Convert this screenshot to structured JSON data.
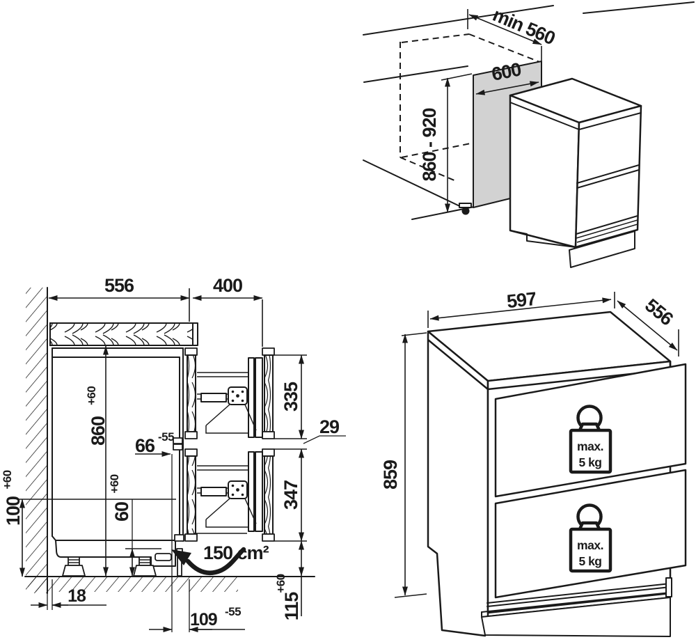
{
  "title": "Built-under two-drawer appliance installation drawing",
  "colors": {
    "line": "#1a1a1a",
    "niche_panel": "#d2d2d2",
    "background": "#ffffff"
  },
  "icons": {
    "drawer_load": "weight-icon",
    "vent_flow": "airflow-arrow-icon"
  },
  "niche_view": {
    "depth_min": "min 560",
    "width": "600",
    "height_range": "860 - 920"
  },
  "section_view": {
    "counter_depth": "556",
    "pullout_depth": "400",
    "niche_height": "860",
    "niche_height_tol": "+60",
    "front_offset": "66",
    "front_offset_tol": "-55",
    "upper_front_height": "335",
    "front_gap": "29",
    "lower_front_height": "347",
    "rear_clearance": "100",
    "rear_clearance_tol": "+60",
    "bottom_clearance": "60",
    "bottom_clearance_tol": "+60",
    "wall_gap": "18",
    "plinth_recess": "109",
    "plinth_recess_tol": "-55",
    "plinth_height": "115",
    "plinth_height_tol": "+60",
    "vent_area": "150 cm²"
  },
  "appliance_view": {
    "width": "597",
    "depth": "556",
    "height": "859",
    "load_label": "max.",
    "load_value": "5 kg"
  }
}
